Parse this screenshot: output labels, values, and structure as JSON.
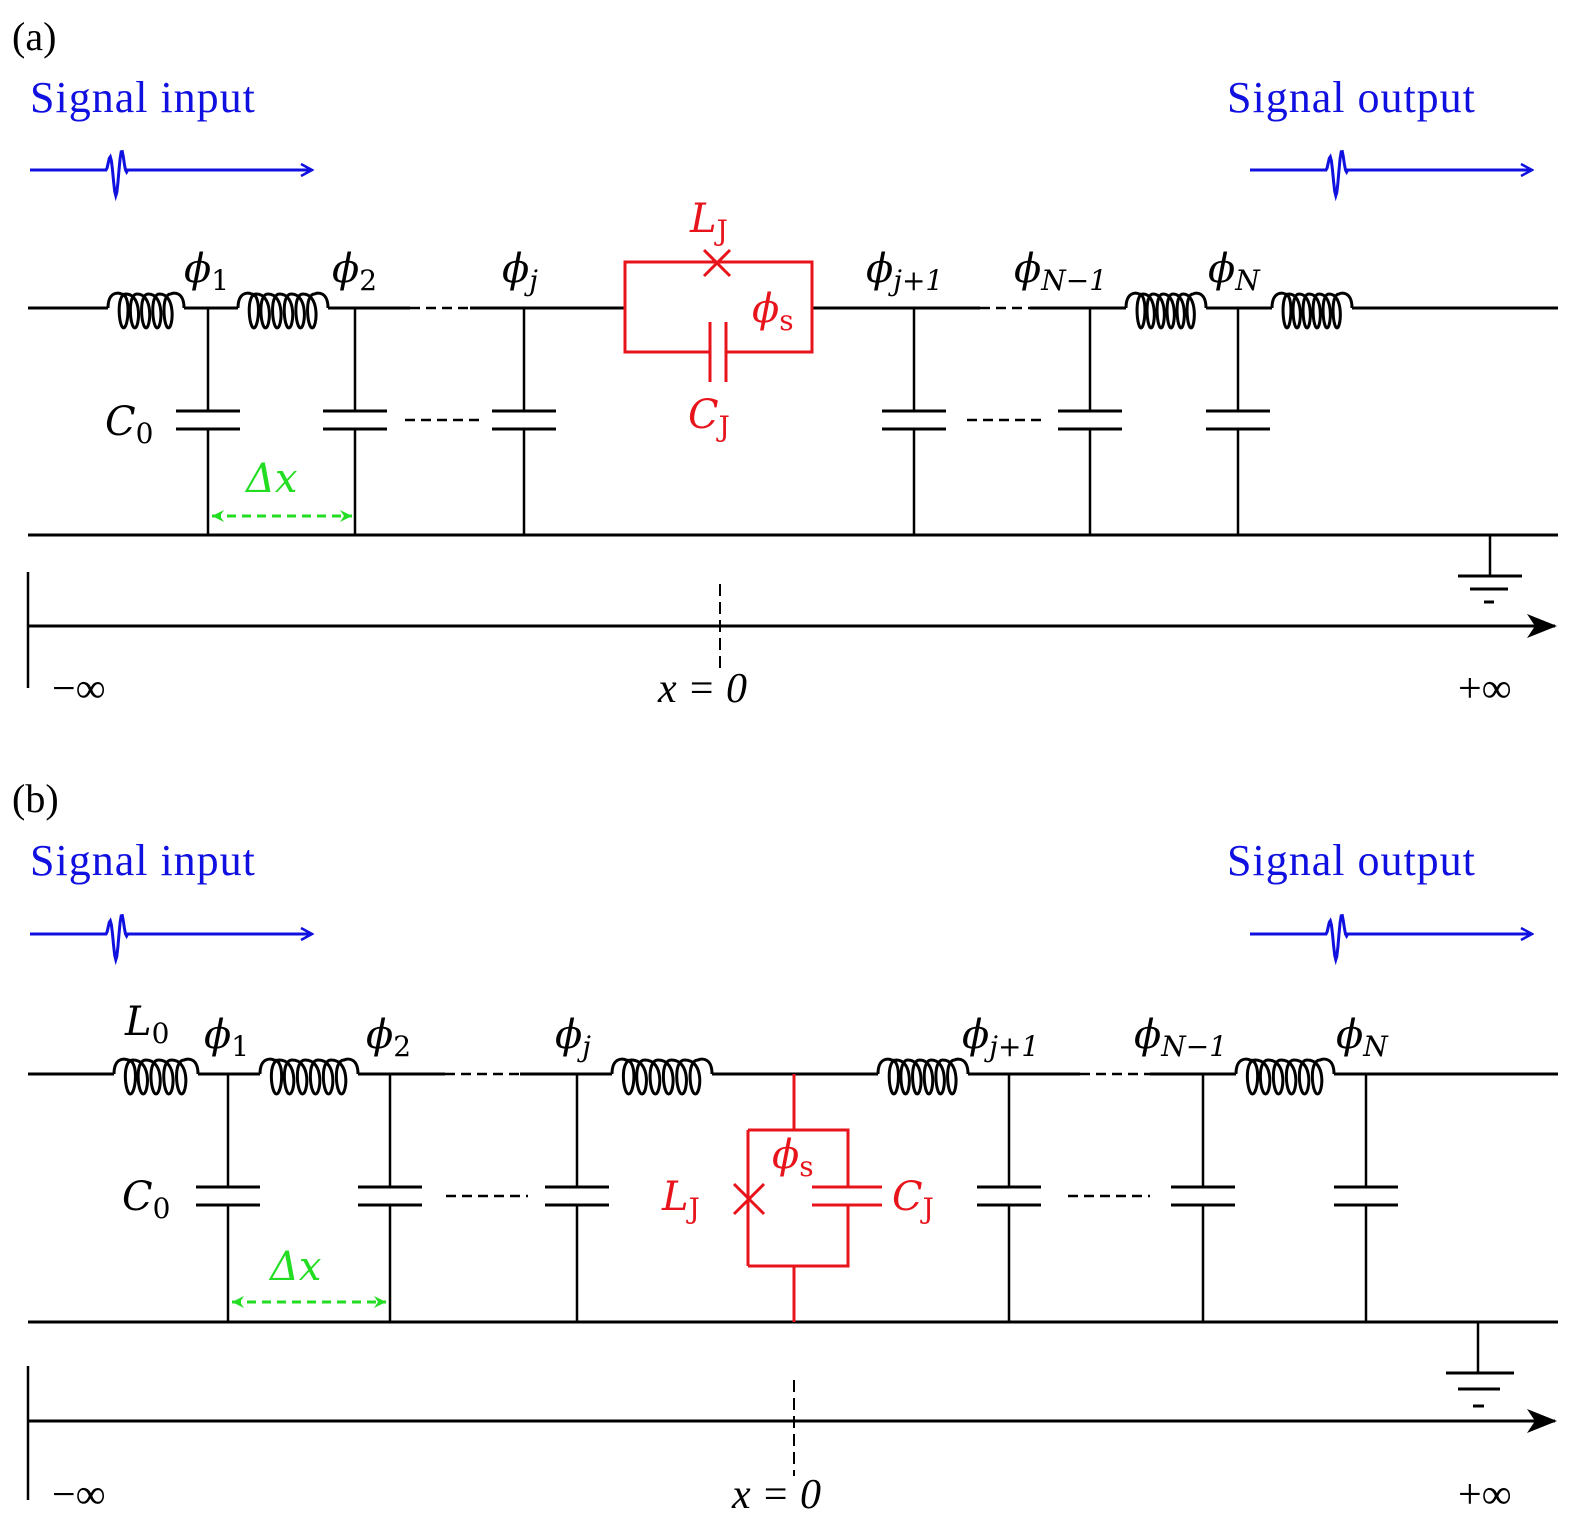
{
  "colors": {
    "signal": "#1010e0",
    "junction": "#e8141c",
    "spacing": "#22dd22",
    "circuit": "#000000"
  },
  "panels": [
    {
      "id": "a",
      "label": "(a)",
      "signal_input": "Signal input",
      "signal_output": "Signal output",
      "node_labels": [
        {
          "base": "ϕ",
          "sub": "1"
        },
        {
          "base": "ϕ",
          "sub": "2"
        },
        {
          "base": "ϕ",
          "sub": "j"
        },
        {
          "base": "ϕ",
          "sub": "j+1"
        },
        {
          "base": "ϕ",
          "sub": "N−1"
        },
        {
          "base": "ϕ",
          "sub": "N"
        }
      ],
      "capacitance_label": {
        "base": "C",
        "sub": "0"
      },
      "spacing_label": "Δx",
      "junction": {
        "configuration": "series",
        "inductance": {
          "base": "L",
          "sub": "J"
        },
        "capacitance": {
          "base": "C",
          "sub": "J"
        },
        "phase": {
          "base": "ϕ",
          "sub": "s"
        }
      },
      "axis": {
        "left": "−∞",
        "center": "x = 0",
        "right": "+∞"
      }
    },
    {
      "id": "b",
      "label": "(b)",
      "signal_input": "Signal input",
      "signal_output": "Signal output",
      "inductance_label": {
        "base": "L",
        "sub": "0"
      },
      "node_labels": [
        {
          "base": "ϕ",
          "sub": "1"
        },
        {
          "base": "ϕ",
          "sub": "2"
        },
        {
          "base": "ϕ",
          "sub": "j"
        },
        {
          "base": "ϕ",
          "sub": "j+1"
        },
        {
          "base": "ϕ",
          "sub": "N−1"
        },
        {
          "base": "ϕ",
          "sub": "N"
        }
      ],
      "capacitance_label": {
        "base": "C",
        "sub": "0"
      },
      "spacing_label": "Δx",
      "junction": {
        "configuration": "shunt",
        "inductance": {
          "base": "L",
          "sub": "J"
        },
        "capacitance": {
          "base": "C",
          "sub": "J"
        },
        "phase": {
          "base": "ϕ",
          "sub": "s"
        }
      },
      "axis": {
        "left": "−∞",
        "center": "x = 0",
        "right": "+∞"
      }
    }
  ]
}
